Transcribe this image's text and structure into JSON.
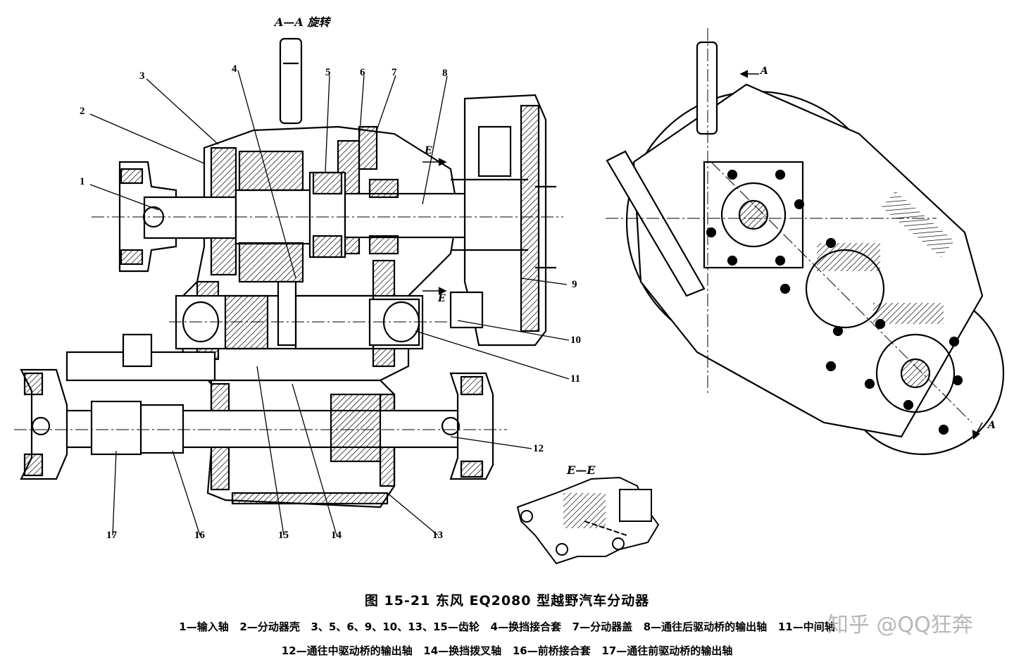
{
  "section_labels": {
    "aa": "A—A 旋转",
    "ee": "E—E",
    "arrow_a_top": "A",
    "arrow_a_bottom": "A",
    "arrow_e1": "E",
    "arrow_e2": "E"
  },
  "part_labels": [
    "1",
    "2",
    "3",
    "4",
    "5",
    "6",
    "7",
    "8",
    "9",
    "10",
    "11",
    "12",
    "13",
    "14",
    "15",
    "16",
    "17"
  ],
  "caption": "图 15-21   东风 EQ2080 型越野汽车分动器",
  "legend_line1": "1—输入轴   2—分动器壳   3、5、6、9、10、13、15—齿轮   4—换挡接合套   7—分动器盖   8—通往后驱动桥的输出轴   11—中间轴",
  "legend_line2": "12—通往中驱动桥的输出轴   14—换挡拨叉轴   16—前桥接合套   17—通往前驱动桥的输出轴",
  "watermark": "知乎 @QQ狂奔",
  "colors": {
    "ink": "#000000",
    "paper": "#ffffff",
    "watermark": "#aaaaaa"
  }
}
